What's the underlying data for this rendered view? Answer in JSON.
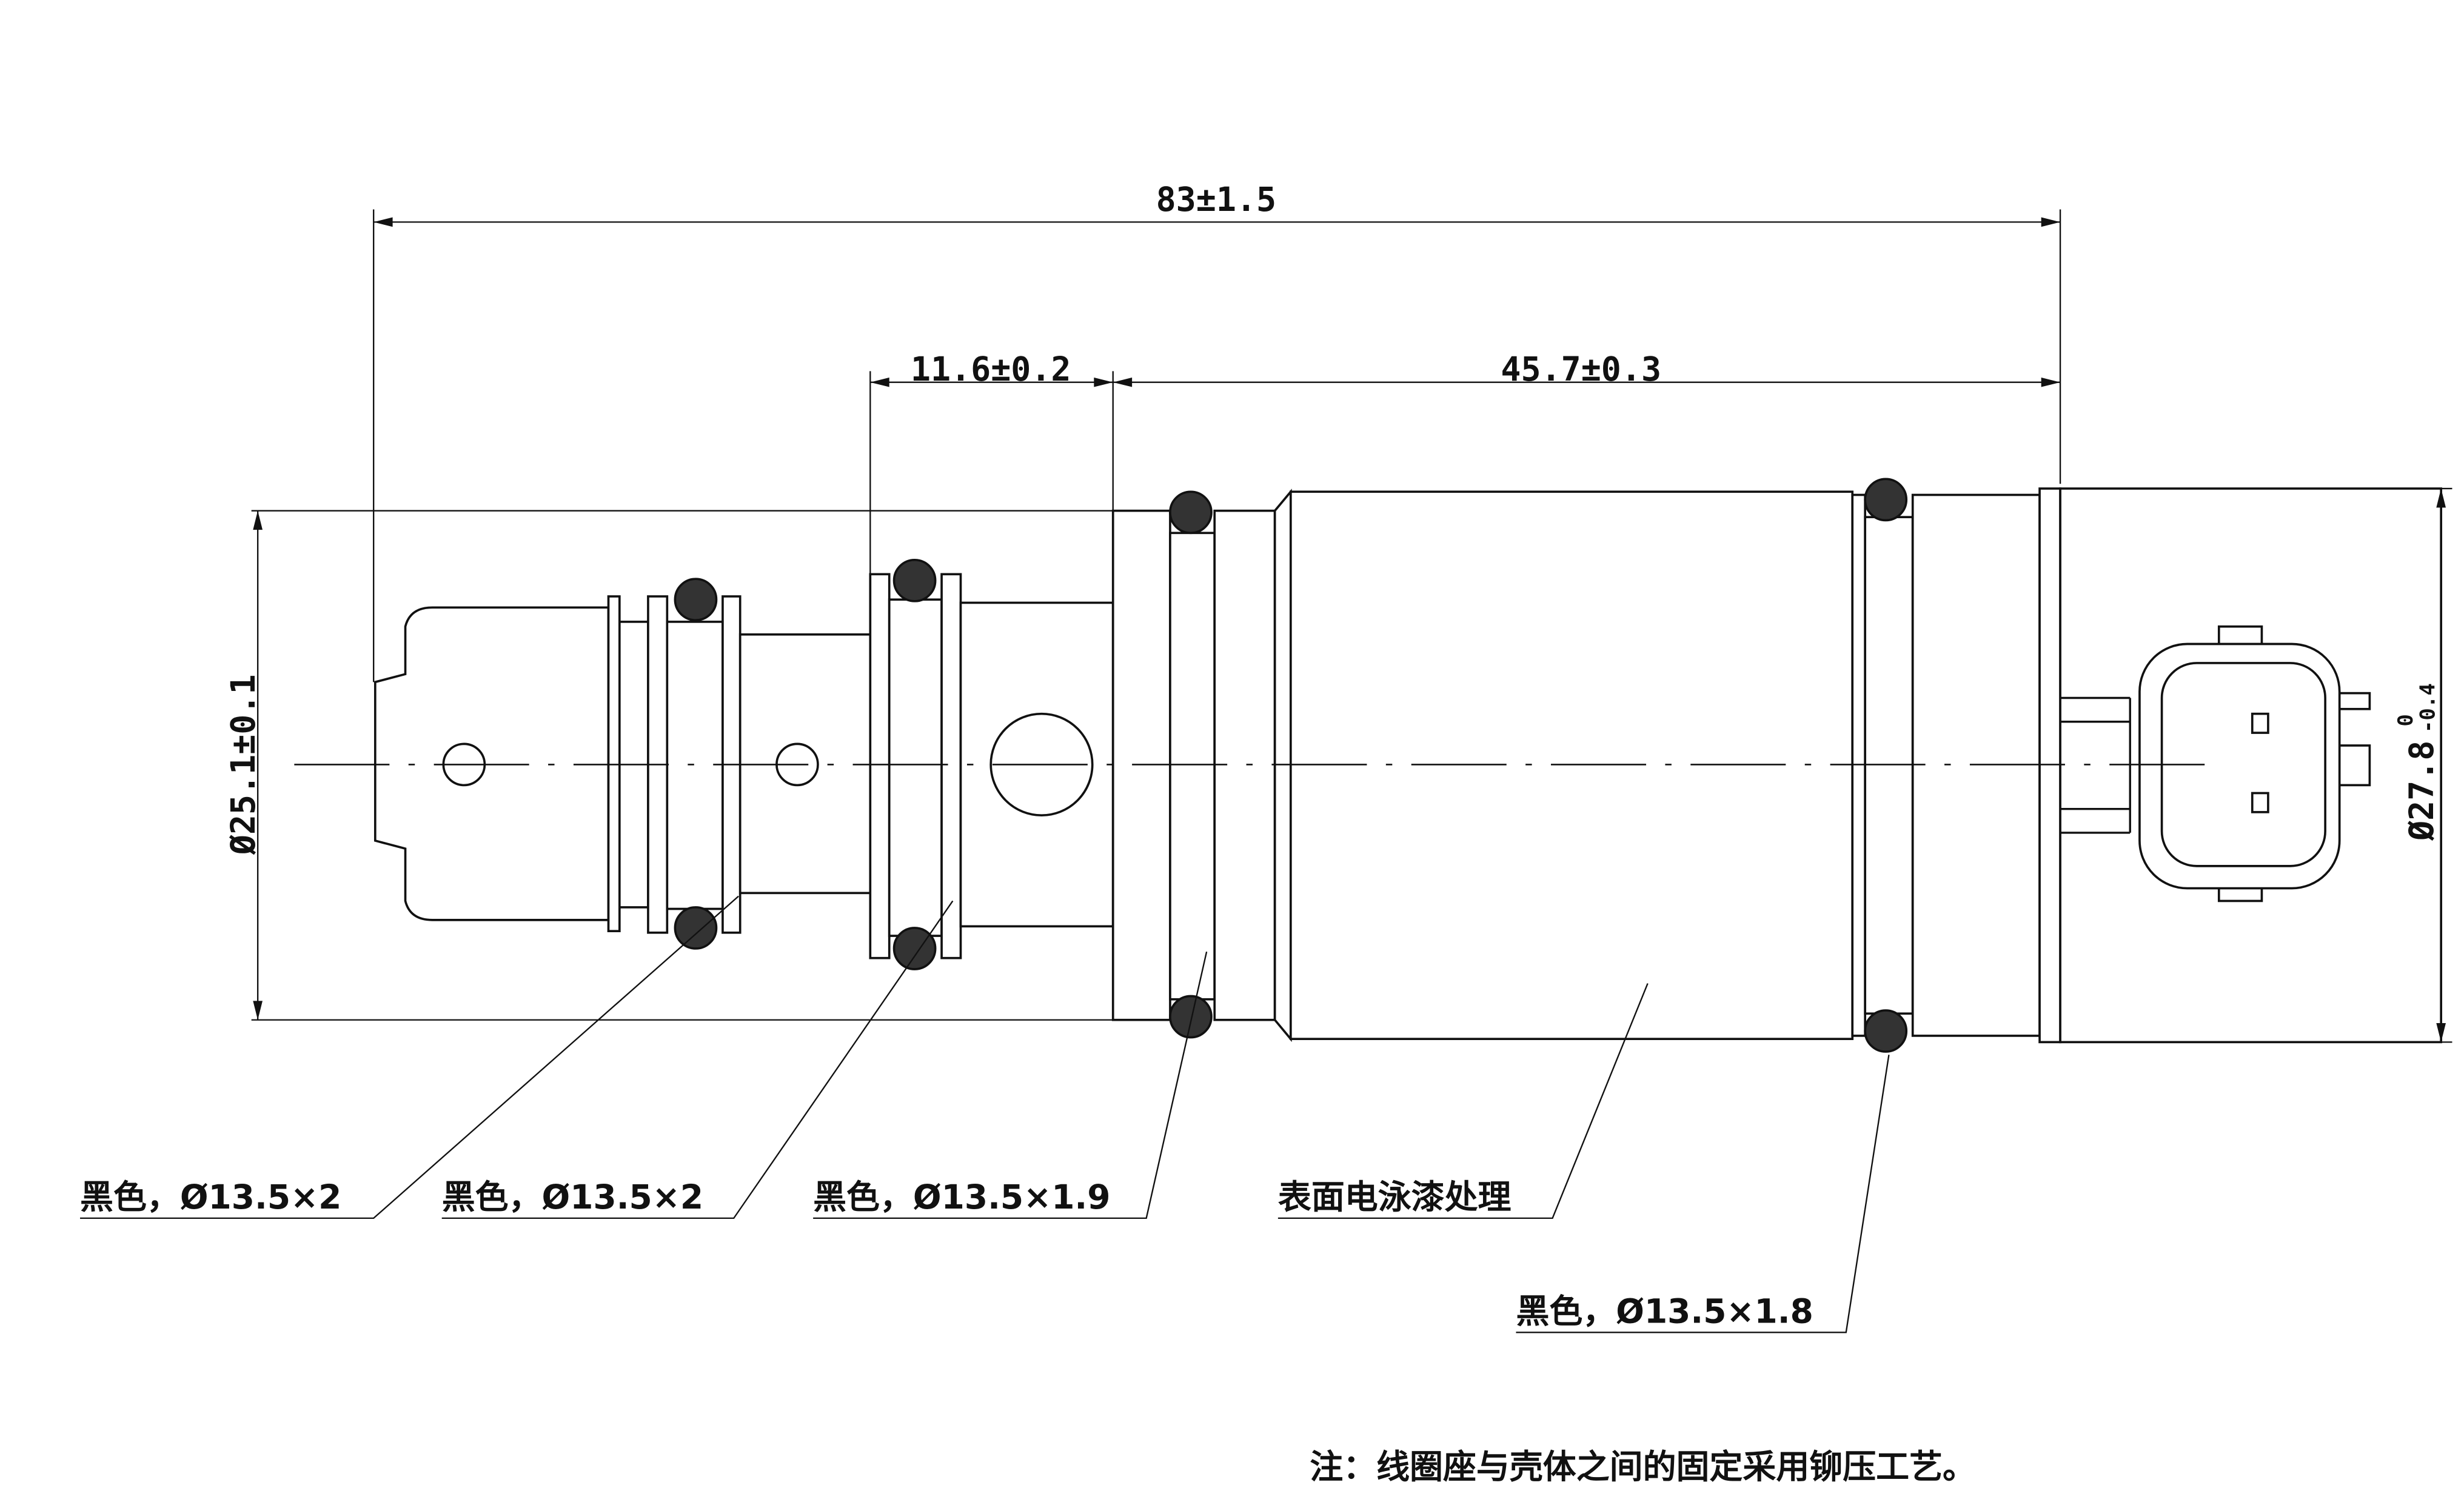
{
  "dimensions": {
    "overall_length": "83±1.5",
    "groove_spacing": "11.6±0.2",
    "body_length": "45.7±0.3",
    "left_diameter": "Ø25.1±0.1",
    "right_diameter": "Ø27.8",
    "right_diameter_upper_tol": "0",
    "right_diameter_lower_tol": "-0.4"
  },
  "callouts": [
    {
      "label": "黑色，Ø13.5×2"
    },
    {
      "label": "黑色，Ø13.5×2"
    },
    {
      "label": "黑色，Ø13.5×1.9"
    },
    {
      "label": "表面电泳漆处理"
    },
    {
      "label": "黑色，Ø13.5×1.8"
    }
  ],
  "note": "注：线圈座与壳体之间的固定采用铆压工艺。",
  "colors": {
    "line": "#111111",
    "oring_fill": "#333333",
    "background": "#ffffff"
  }
}
